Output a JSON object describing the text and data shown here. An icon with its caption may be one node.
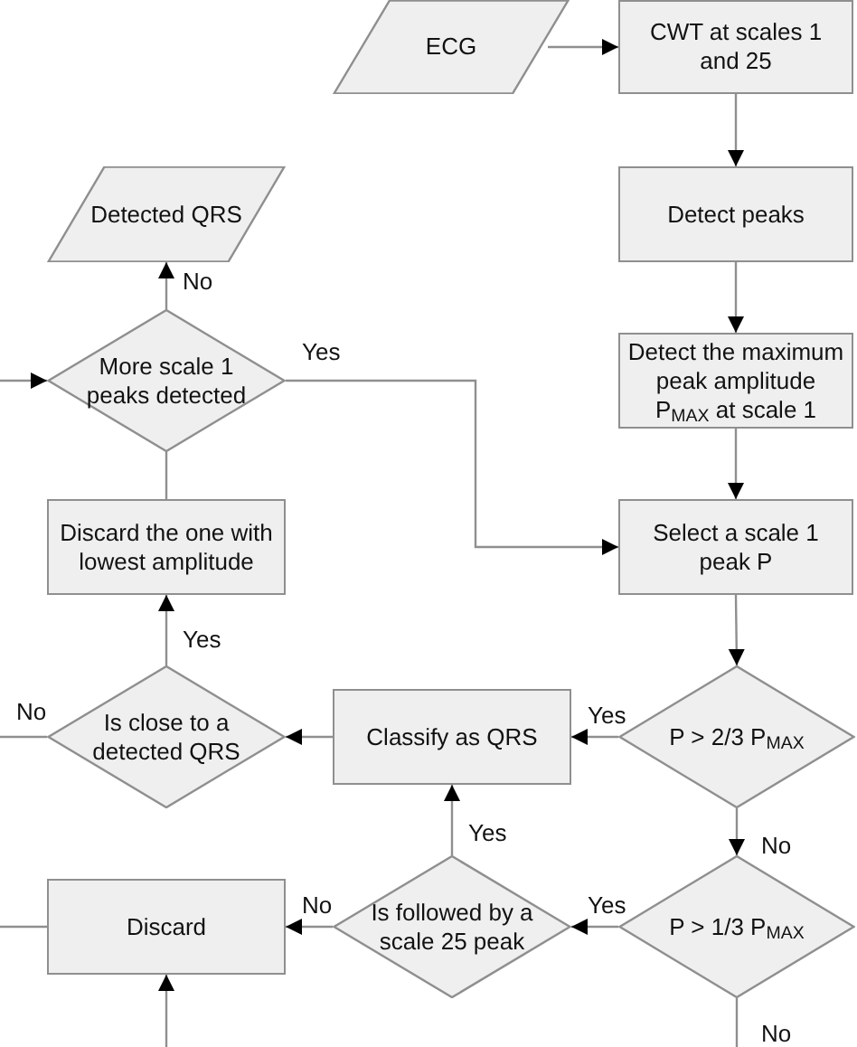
{
  "diagram": {
    "nodes": [
      {
        "text": [
          "ECG"
        ]
      },
      {
        "text": [
          "CWT at scales 1 and 25"
        ]
      },
      {
        "text": [
          "Detect peaks"
        ]
      },
      {
        "text": [
          "Detect the maximum peak amplitude P$_{MAX}$ at scale 1"
        ]
      },
      {
        "text": [
          "Select a scale 1 peak P"
        ]
      },
      {
        "text": [
          "P > 2/3 P$_{MAX}$"
        ]
      },
      {
        "text": [
          "P > 1/3 P$_{MAX}$"
        ]
      },
      {
        "text": [
          "Classify as QRS"
        ]
      },
      {
        "text": [
          "Is followed by a scale 25 peak"
        ]
      },
      {
        "text": [
          "Discard"
        ]
      },
      {
        "text": [
          "Is close to a detected QRS"
        ]
      },
      {
        "text": [
          "Discard the one with lowest amplitude"
        ]
      },
      {
        "text": [
          "More scale 1 peaks detected"
        ]
      },
      {
        "text": [
          "Detected QRS"
        ]
      }
    ],
    "edges": [
      {
        "from": 0,
        "to": 1,
        "arrow": "to"
      },
      {
        "from": 1,
        "to": 2,
        "arrow": "to"
      },
      {
        "from": 2,
        "to": 3,
        "arrow": "to"
      },
      {
        "from": 3,
        "to": 4,
        "arrow": "to"
      },
      {
        "from": 4,
        "to": 5,
        "arrow": "to"
      },
      {
        "from": 5,
        "to": 7,
        "arrow": "to",
        "label": "Yes"
      },
      {
        "from": 5,
        "to": 6,
        "arrow": "to",
        "label": "No"
      },
      {
        "from": 6,
        "to": null,
        "arrow": "none",
        "label": "No"
      },
      {
        "from": 6,
        "to": 8,
        "arrow": "to",
        "label": "Yes"
      },
      {
        "from": 8,
        "to": 7,
        "arrow": "to",
        "label": "Yes"
      },
      {
        "from": 8,
        "to": 9,
        "arrow": "to",
        "label": "No"
      },
      {
        "from": 9,
        "to": null,
        "arrow": "none"
      },
      {
        "from": null,
        "to": 9,
        "arrow": "to"
      },
      {
        "from": 7,
        "to": 10,
        "arrow": "to"
      },
      {
        "from": 10,
        "to": 11,
        "arrow": "to",
        "label": "Yes"
      },
      {
        "from": 10,
        "to": null,
        "arrow": "none",
        "label": "No"
      },
      {
        "from": 11,
        "to": 12,
        "arrow": "none"
      },
      {
        "from": 12,
        "to": 13,
        "arrow": "to",
        "label": "No"
      },
      {
        "from": 12,
        "to": 4,
        "arrow": "to",
        "label": "Yes"
      },
      {
        "from": null,
        "to": 12,
        "arrow": "to"
      }
    ]
  }
}
